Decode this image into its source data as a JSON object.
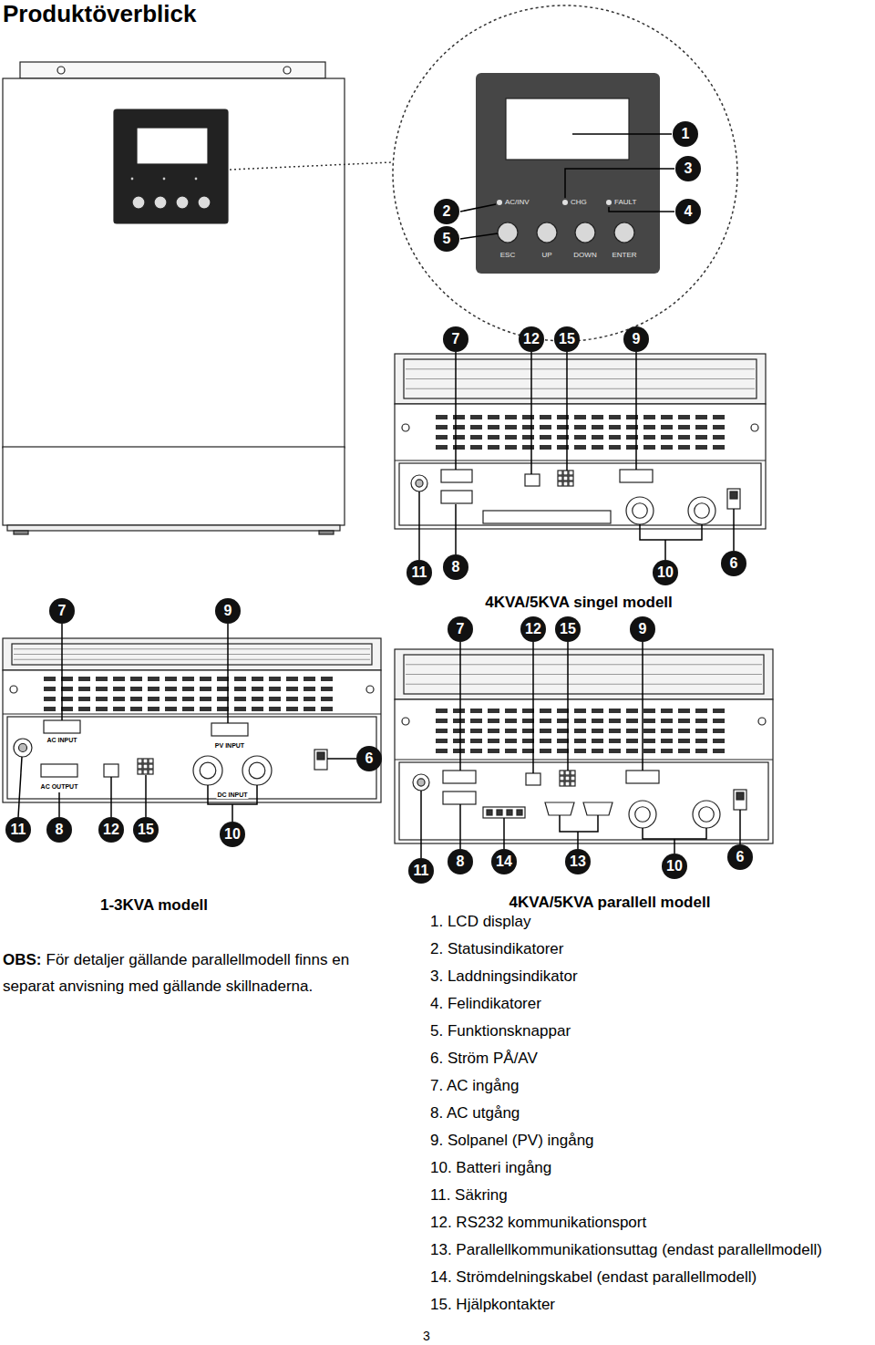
{
  "diagram": {
    "title": "Produktöverblick",
    "nodes": [
      {
        "text": [
          "AC/INV",
          "CHG",
          "FAULT",
          "ESC",
          "UP",
          "DOWN",
          "ENTER"
        ]
      }
    ],
    "labels": [
      "1",
      "3",
      "2",
      "4",
      "5",
      "7",
      "12",
      "15",
      "9",
      "11",
      "8",
      "10",
      "6",
      "4KVA/5KVA singel modell",
      "7",
      "9",
      "AC INPUT",
      "PV INPUT",
      "AC OUTPUT",
      "DC INPUT",
      "6",
      "11",
      "8",
      "12",
      "15",
      "10",
      "7",
      "12",
      "15",
      "9",
      "11",
      "8",
      "14",
      "13",
      "10",
      "6",
      "1-3KVA modell",
      "4KVA/5KVA parallell modell",
      "OBS:",
      "För detaljer gällande parallellmodell finns en separat anvisning med gällande skillnaderna.",
      "1. LCD display",
      "2. Statusindikatorer",
      "3. Laddningsindikator",
      "4. Felindikatorer",
      "5. Funktionsknappar",
      "6. Ström PÅ/AV",
      "7. AC ingång",
      "8. AC utgång",
      "9. Solpanel (PV) ingång",
      "10. Batteri ingång",
      "11. Säkring",
      "12. RS232 kommunikationsport",
      "13. Parallellkommunikationsuttag (endast parallellmodell)",
      "14. Strömdelningskabel (endast parallellmodell)",
      "15. Hjälpkontakter",
      "3"
    ]
  }
}
